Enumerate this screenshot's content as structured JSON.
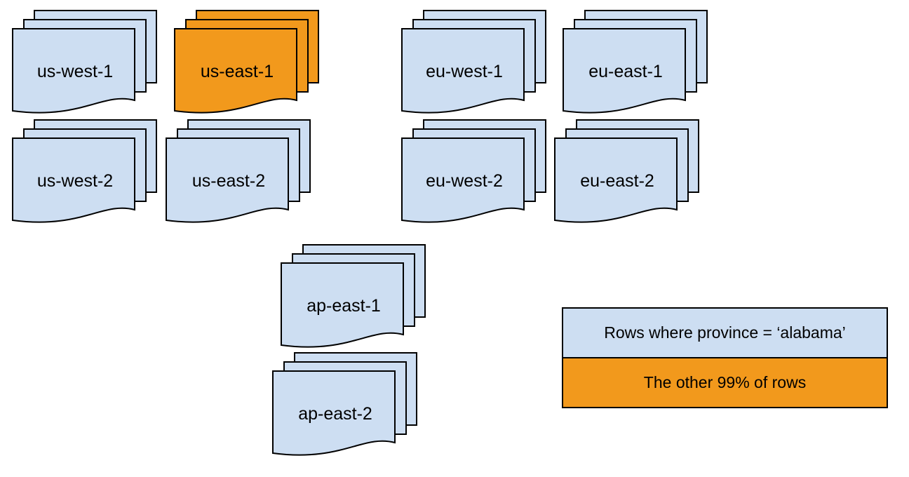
{
  "colors": {
    "region_fill": "#CDDEF2",
    "highlight_fill": "#F2991C",
    "stroke_color": "#000000",
    "text_color": "#000000"
  },
  "regions": [
    {
      "label": "us-west-1",
      "highlighted": false
    },
    {
      "label": "us-east-1",
      "highlighted": true
    },
    {
      "label": "eu-west-1",
      "highlighted": false
    },
    {
      "label": "eu-east-1",
      "highlighted": false
    },
    {
      "label": "us-west-2",
      "highlighted": false
    },
    {
      "label": "us-east-2",
      "highlighted": false
    },
    {
      "label": "eu-west-2",
      "highlighted": false
    },
    {
      "label": "eu-east-2",
      "highlighted": false
    },
    {
      "label": "ap-east-1",
      "highlighted": false
    },
    {
      "label": "ap-east-2",
      "highlighted": false
    }
  ],
  "legend": {
    "items": [
      {
        "label": "Rows where province = ‘alabama’",
        "color": "#CDDEF2"
      },
      {
        "label": "The other 99% of rows",
        "color": "#F2991C"
      }
    ]
  }
}
